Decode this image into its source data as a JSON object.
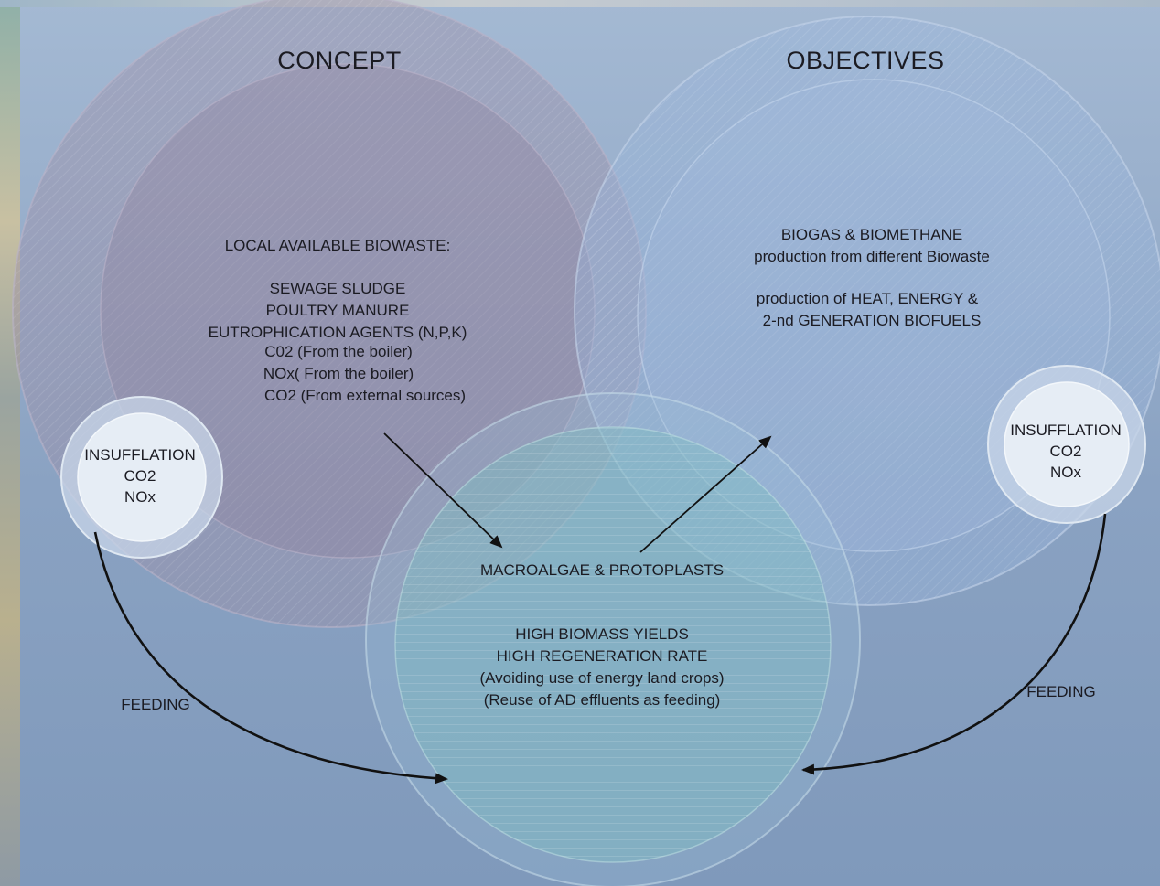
{
  "concept": {
    "title": "CONCEPT",
    "heading": "LOCAL AVAILABLE BIOWASTE:",
    "items": [
      "SEWAGE SLUDGE",
      "POULTRY MANURE",
      "EUTROPHICATION AGENTS (N,P,K)",
      "C02 (From the boiler)",
      "NOx( From the boiler)",
      "CO2 (From external sources)"
    ],
    "color": "#9a8ea6"
  },
  "objectives": {
    "title": "OBJECTIVES",
    "line1": "BIOGAS & BIOMETHANE",
    "line2": "production from different Biowaste",
    "line3": "production of HEAT, ENERGY &",
    "line4": "2-nd GENERATION BIOFUELS",
    "color": "#93aed2"
  },
  "center": {
    "title": "MACROALGAE & PROTOPLASTS",
    "lines": [
      "HIGH BIOMASS YIELDS",
      "HIGH REGENERATION RATE",
      "(Avoiding use of energy land crops)",
      "(Reuse of AD effluents as feeding)"
    ],
    "color": "#86b6bf"
  },
  "left_node": {
    "lines": [
      "INSUFFLATION",
      "CO2",
      "NOx"
    ],
    "arrow_label": "FEEDING"
  },
  "right_node": {
    "lines": [
      "INSUFFLATION",
      "CO2",
      "NOx"
    ],
    "arrow_label": "FEEDING"
  }
}
